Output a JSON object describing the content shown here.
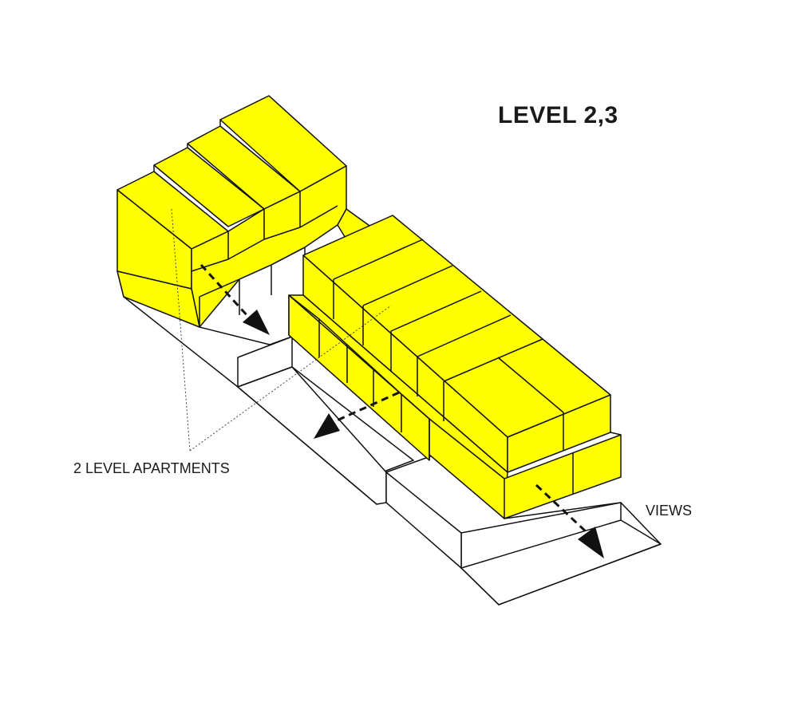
{
  "title": "LEVEL 2,3",
  "labels": {
    "apartments": "2 LEVEL APARTMENTS",
    "views": "VIEWS"
  },
  "colors": {
    "massing": "#FFFF00",
    "base": "#FFFFFF",
    "line": "#111111",
    "arrow": "#111111"
  }
}
